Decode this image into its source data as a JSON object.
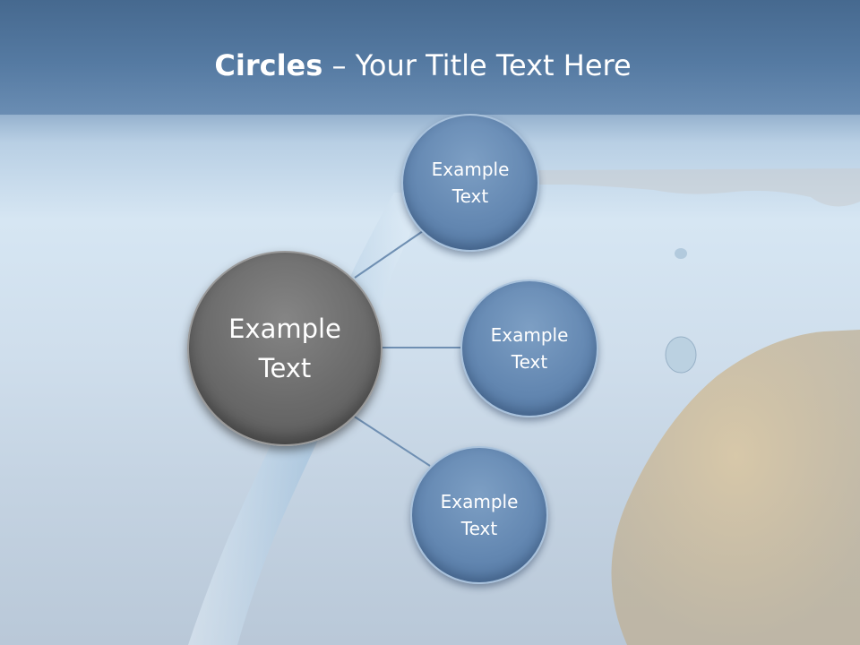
{
  "title": {
    "bold": "Circles",
    "rest": " – Your Title Text Here"
  },
  "center": {
    "label": "Example\nText"
  },
  "nodes": [
    {
      "label": "Example\nText"
    },
    {
      "label": "Example\nText"
    },
    {
      "label": "Example\nText"
    }
  ],
  "colors": {
    "node": "#6488b2",
    "center": "#6a6a6a",
    "connector": "#6f8fb2",
    "title_band": "#557aa2"
  }
}
